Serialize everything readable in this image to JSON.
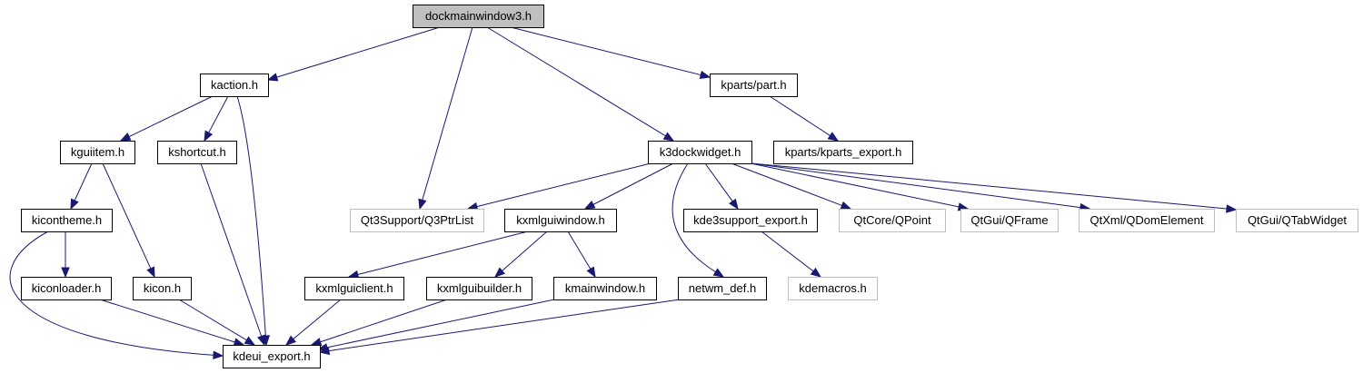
{
  "title": "dockmainwindow3.h include dependency graph",
  "colors": {
    "edge": "#191970",
    "root_fill": "#bfbfbf",
    "root_border": "#000000",
    "documented_fill": "#ffffff",
    "documented_border": "#000000",
    "external_fill": "#ffffff",
    "external_border": "#bfbfbf"
  },
  "nodes": [
    {
      "id": "dockmainwindow3",
      "label": "dockmainwindow3.h",
      "kind": "root"
    },
    {
      "id": "kaction",
      "label": "kaction.h",
      "kind": "documented"
    },
    {
      "id": "q3ptrlist",
      "label": "Qt3Support/Q3PtrList",
      "kind": "external"
    },
    {
      "id": "k3dockwidget",
      "label": "k3dockwidget.h",
      "kind": "documented"
    },
    {
      "id": "kparts_part",
      "label": "kparts/part.h",
      "kind": "documented"
    },
    {
      "id": "kguiitem",
      "label": "kguiitem.h",
      "kind": "documented"
    },
    {
      "id": "kshortcut",
      "label": "kshortcut.h",
      "kind": "documented"
    },
    {
      "id": "kdeui_export",
      "label": "kdeui_export.h",
      "kind": "documented"
    },
    {
      "id": "kicontheme",
      "label": "kicontheme.h",
      "kind": "documented"
    },
    {
      "id": "kicon",
      "label": "kicon.h",
      "kind": "documented"
    },
    {
      "id": "kiconloader",
      "label": "kiconloader.h",
      "kind": "documented"
    },
    {
      "id": "kparts_export",
      "label": "kparts/kparts_export.h",
      "kind": "documented"
    },
    {
      "id": "kxmlguiwindow",
      "label": "kxmlguiwindow.h",
      "kind": "documented"
    },
    {
      "id": "kde3support_export",
      "label": "kde3support_export.h",
      "kind": "documented"
    },
    {
      "id": "qpoint",
      "label": "QtCore/QPoint",
      "kind": "external"
    },
    {
      "id": "qframe",
      "label": "QtGui/QFrame",
      "kind": "external"
    },
    {
      "id": "qdomelement",
      "label": "QtXml/QDomElement",
      "kind": "external"
    },
    {
      "id": "qtabwidget",
      "label": "QtGui/QTabWidget",
      "kind": "external"
    },
    {
      "id": "netwm_def",
      "label": "netwm_def.h",
      "kind": "documented"
    },
    {
      "id": "kxmlguiclient",
      "label": "kxmlguiclient.h",
      "kind": "documented"
    },
    {
      "id": "kxmlguibuilder",
      "label": "kxmlguibuilder.h",
      "kind": "documented"
    },
    {
      "id": "kmainwindow",
      "label": "kmainwindow.h",
      "kind": "documented"
    },
    {
      "id": "kdemacros",
      "label": "kdemacros.h",
      "kind": "external"
    }
  ],
  "edges": [
    {
      "from": "dockmainwindow3",
      "to": "kaction"
    },
    {
      "from": "dockmainwindow3",
      "to": "q3ptrlist"
    },
    {
      "from": "dockmainwindow3",
      "to": "k3dockwidget"
    },
    {
      "from": "dockmainwindow3",
      "to": "kparts_part"
    },
    {
      "from": "kaction",
      "to": "kguiitem"
    },
    {
      "from": "kaction",
      "to": "kshortcut"
    },
    {
      "from": "kaction",
      "to": "kdeui_export"
    },
    {
      "from": "kguiitem",
      "to": "kicontheme"
    },
    {
      "from": "kguiitem",
      "to": "kicon"
    },
    {
      "from": "kshortcut",
      "to": "kdeui_export"
    },
    {
      "from": "kicontheme",
      "to": "kiconloader"
    },
    {
      "from": "kicontheme",
      "to": "kdeui_export"
    },
    {
      "from": "kiconloader",
      "to": "kdeui_export"
    },
    {
      "from": "kicon",
      "to": "kdeui_export"
    },
    {
      "from": "kparts_part",
      "to": "kparts_export"
    },
    {
      "from": "k3dockwidget",
      "to": "q3ptrlist"
    },
    {
      "from": "k3dockwidget",
      "to": "kxmlguiwindow"
    },
    {
      "from": "k3dockwidget",
      "to": "netwm_def"
    },
    {
      "from": "k3dockwidget",
      "to": "kde3support_export"
    },
    {
      "from": "k3dockwidget",
      "to": "qpoint"
    },
    {
      "from": "k3dockwidget",
      "to": "qframe"
    },
    {
      "from": "k3dockwidget",
      "to": "qdomelement"
    },
    {
      "from": "k3dockwidget",
      "to": "qtabwidget"
    },
    {
      "from": "kxmlguiwindow",
      "to": "kxmlguiclient"
    },
    {
      "from": "kxmlguiwindow",
      "to": "kxmlguibuilder"
    },
    {
      "from": "kxmlguiwindow",
      "to": "kmainwindow"
    },
    {
      "from": "kxmlguiclient",
      "to": "kdeui_export"
    },
    {
      "from": "kxmlguibuilder",
      "to": "kdeui_export"
    },
    {
      "from": "kmainwindow",
      "to": "kdeui_export"
    },
    {
      "from": "netwm_def",
      "to": "kdeui_export"
    },
    {
      "from": "kde3support_export",
      "to": "kdemacros"
    }
  ]
}
